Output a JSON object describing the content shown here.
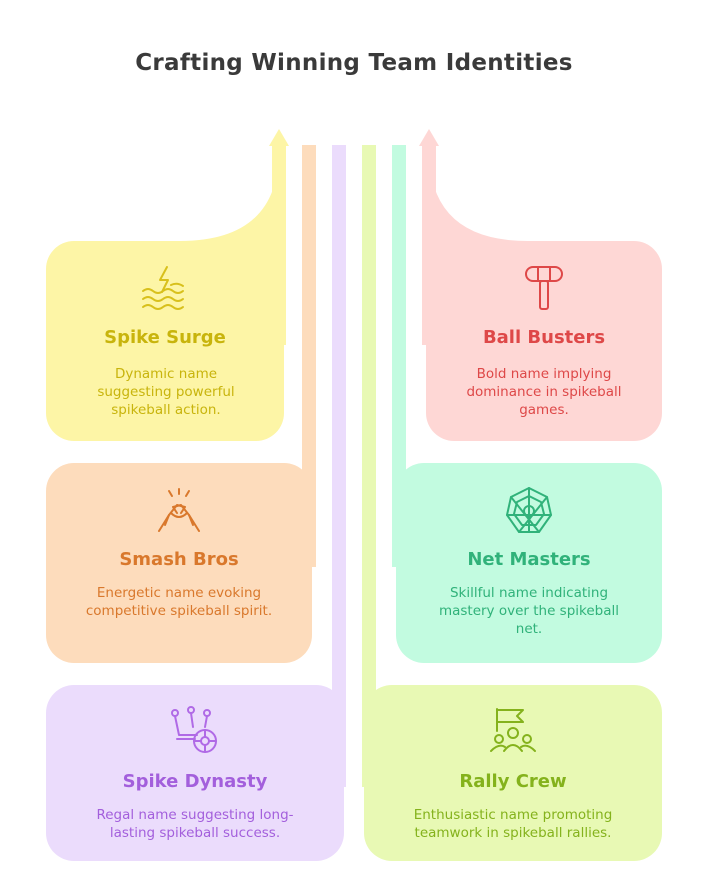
{
  "title": "Crafting Winning Team Identities",
  "colors": {
    "yellow": "#fdf5a6",
    "orange": "#fddcbc",
    "purple": "#ebdcfc",
    "lime": "#e8f9b4",
    "mint": "#c2fbe0",
    "pink": "#fed7d5"
  },
  "cards": [
    {
      "id": "spike-surge",
      "title": "Spike Surge",
      "description": "Dynamic name suggesting powerful spikeball action.",
      "icon": "wave-lightning-icon",
      "color": "yellow",
      "accent": "#c8b40c"
    },
    {
      "id": "smash-bros",
      "title": "Smash Bros",
      "description": "Energetic name evoking competitive spikeball spirit.",
      "icon": "handshake-icon",
      "color": "orange",
      "accent": "#d9782c"
    },
    {
      "id": "spike-dynasty",
      "title": "Spike Dynasty",
      "description": "Regal name suggesting long-lasting spikeball success.",
      "icon": "crown-ball-icon",
      "color": "purple",
      "accent": "#a35fdc"
    },
    {
      "id": "ball-busters",
      "title": "Ball Busters",
      "description": "Bold name implying dominance in spikeball games.",
      "icon": "hammer-icon",
      "color": "pink",
      "accent": "#de4848"
    },
    {
      "id": "net-masters",
      "title": "Net Masters",
      "description": "Skillful name indicating mastery over the spikeball net.",
      "icon": "spider-web-icon",
      "color": "mint",
      "accent": "#30b27a"
    },
    {
      "id": "rally-crew",
      "title": "Rally Crew",
      "description": "Enthusiastic name promoting teamwork in spikeball rallies.",
      "icon": "team-flag-icon",
      "color": "lime",
      "accent": "#84b21c"
    }
  ]
}
